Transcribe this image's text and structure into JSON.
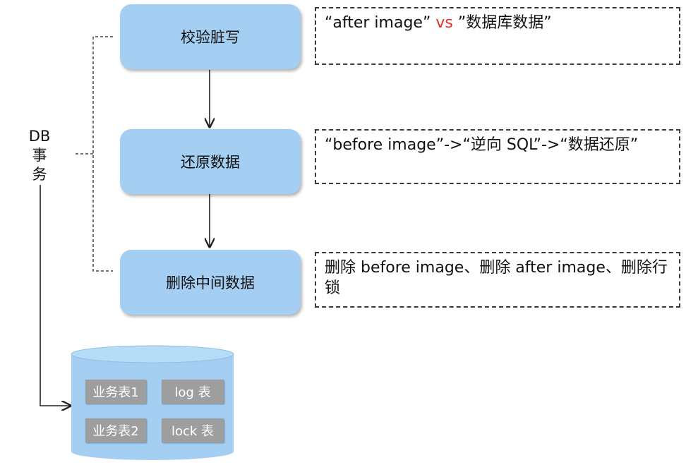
{
  "steps": [
    "校验脏写",
    "还原数据",
    "删除中间数据"
  ],
  "db_label": [
    "DB",
    "事",
    "务"
  ],
  "notes": {
    "note1": {
      "part1": "“after  image”  ",
      "vs": "vs",
      "part2": " ”数据库数据”"
    },
    "note2": "“before image”->“逆向 SQL”->“数据还原”",
    "note3": "删除 before image、删除 after image、删除行锁"
  },
  "database": {
    "tables": [
      "业务表1",
      "log 表",
      "业务表2",
      "lock 表"
    ]
  },
  "colors": {
    "step_fill": "#a4cff3",
    "cylinder": "#a4cff3",
    "table_fill": "#9e9e9e",
    "accent_red": "#e5322d"
  }
}
